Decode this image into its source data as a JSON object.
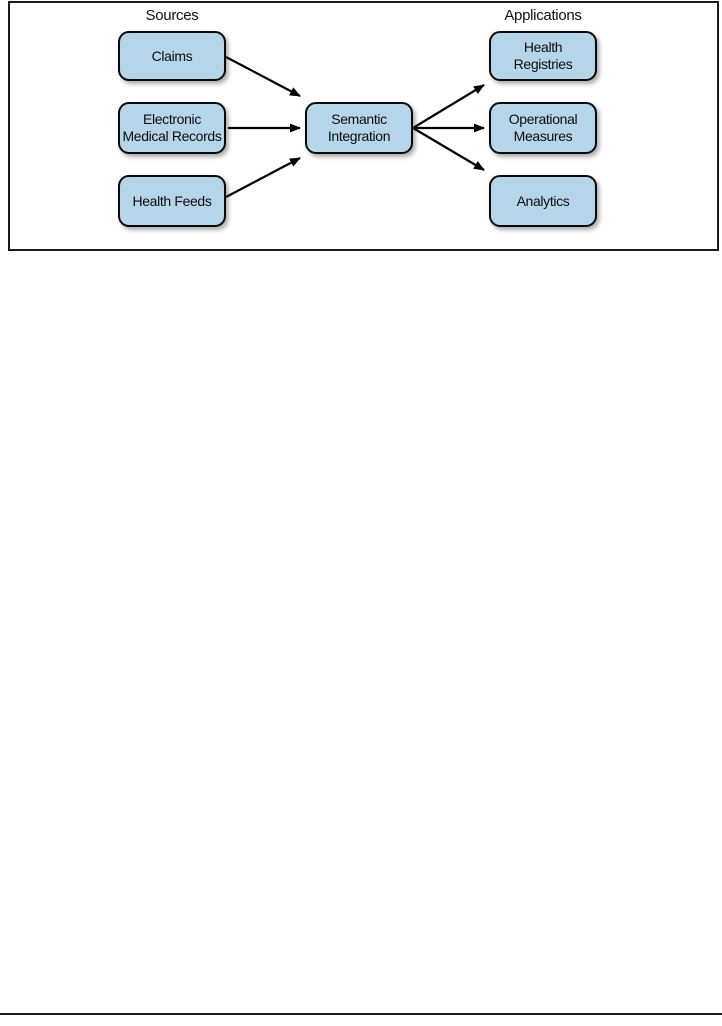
{
  "diagram": {
    "columns": {
      "sources_label": "Sources",
      "applications_label": "Applications"
    },
    "nodes": {
      "claims": {
        "label": "Claims"
      },
      "electronic_medical_records": {
        "label": "Electronic\nMedical Records"
      },
      "health_feeds": {
        "label": "Health Feeds"
      },
      "semantic_integration": {
        "label": "Semantic\nIntegration"
      },
      "health_registries": {
        "label": "Health\nRegistries"
      },
      "operational_measures": {
        "label": "Operational\nMeasures"
      },
      "analytics": {
        "label": "Analytics"
      }
    },
    "edges": [
      {
        "from": "claims",
        "to": "semantic_integration"
      },
      {
        "from": "electronic_medical_records",
        "to": "semantic_integration"
      },
      {
        "from": "health_feeds",
        "to": "semantic_integration"
      },
      {
        "from": "semantic_integration",
        "to": "health_registries"
      },
      {
        "from": "semantic_integration",
        "to": "operational_measures"
      },
      {
        "from": "semantic_integration",
        "to": "analytics"
      }
    ],
    "colors": {
      "node_fill": "#b5d5e9",
      "node_border": "#0a0a0a",
      "arrow": "#000000",
      "frame_border": "#1a1a1a"
    }
  }
}
